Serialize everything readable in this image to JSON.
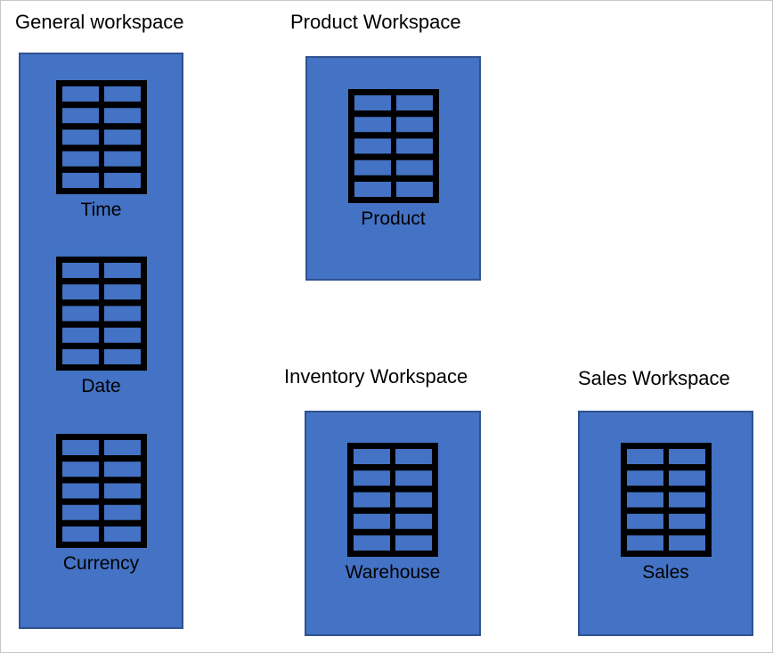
{
  "colors": {
    "background": "#FFFFFF",
    "canvas_border": "#C6C6C6",
    "box_fill": "#4472C4",
    "box_border": "#2F528F",
    "glyph": "#000000",
    "text": "#000000"
  },
  "workspaces": [
    {
      "title": "General workspace",
      "tables": [
        {
          "label": "Time"
        },
        {
          "label": "Date"
        },
        {
          "label": "Currency"
        }
      ]
    },
    {
      "title": "Product Workspace",
      "tables": [
        {
          "label": "Product"
        }
      ]
    },
    {
      "title": "Inventory Workspace",
      "tables": [
        {
          "label": "Warehouse"
        }
      ]
    },
    {
      "title": "Sales Workspace",
      "tables": [
        {
          "label": "Sales"
        }
      ]
    }
  ]
}
